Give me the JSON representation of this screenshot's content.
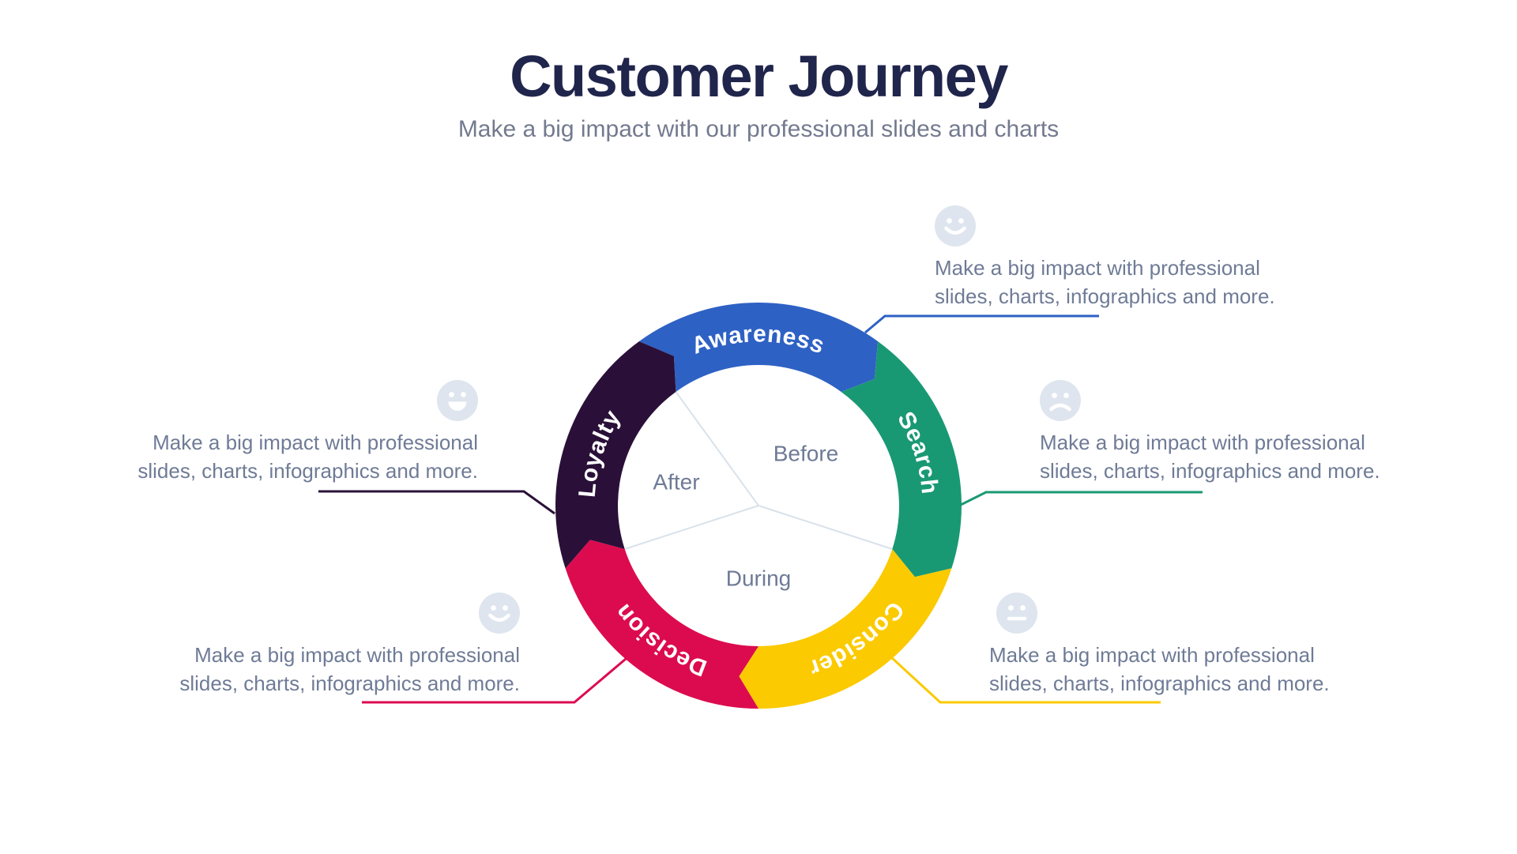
{
  "header": {
    "title": "Customer Journey",
    "subtitle": "Make a big impact with our professional slides and charts"
  },
  "colors": {
    "title": "#20254C",
    "subtitle": "#737A8F",
    "annotation_text": "#6F7B96",
    "center_label": "#6E7A95",
    "divider_line": "#D9E2EB",
    "icon_background": "#DEE5EE",
    "awareness": "#2E61C4",
    "search": "#199973",
    "consider": "#FBCA00",
    "decision": "#DC0B4F",
    "loyalty": "#2A1038"
  },
  "wheel": {
    "segments": [
      {
        "id": "awareness",
        "label": "Awareness",
        "color": "#2E61C4"
      },
      {
        "id": "search",
        "label": "Search",
        "color": "#199973"
      },
      {
        "id": "consider",
        "label": "Consider",
        "color": "#FBCA00"
      },
      {
        "id": "decision",
        "label": "Decision",
        "color": "#DC0B4F"
      },
      {
        "id": "loyalty",
        "label": "Loyalty",
        "color": "#2A1038"
      }
    ],
    "center_labels": [
      {
        "id": "before",
        "label": "Before"
      },
      {
        "id": "during",
        "label": "During"
      },
      {
        "id": "after",
        "label": "After"
      }
    ]
  },
  "annotations": [
    {
      "id": "awareness",
      "icon": "happy-face-icon",
      "line1": "Make a big impact with professional",
      "line2": "slides, charts, infographics and more."
    },
    {
      "id": "search",
      "icon": "sad-face-icon",
      "line1": "Make a big impact with professional",
      "line2": "slides, charts, infographics and more."
    },
    {
      "id": "consider",
      "icon": "neutral-face-icon",
      "line1": "Make a big impact with professional",
      "line2": "slides, charts, infographics and more."
    },
    {
      "id": "decision",
      "icon": "happy-face-icon",
      "line1": "Make a big impact with professional",
      "line2": "slides, charts, infographics and more."
    },
    {
      "id": "loyalty",
      "icon": "grin-face-icon",
      "line1": "Make a big impact with professional",
      "line2": "slides, charts, infographics and more."
    }
  ]
}
